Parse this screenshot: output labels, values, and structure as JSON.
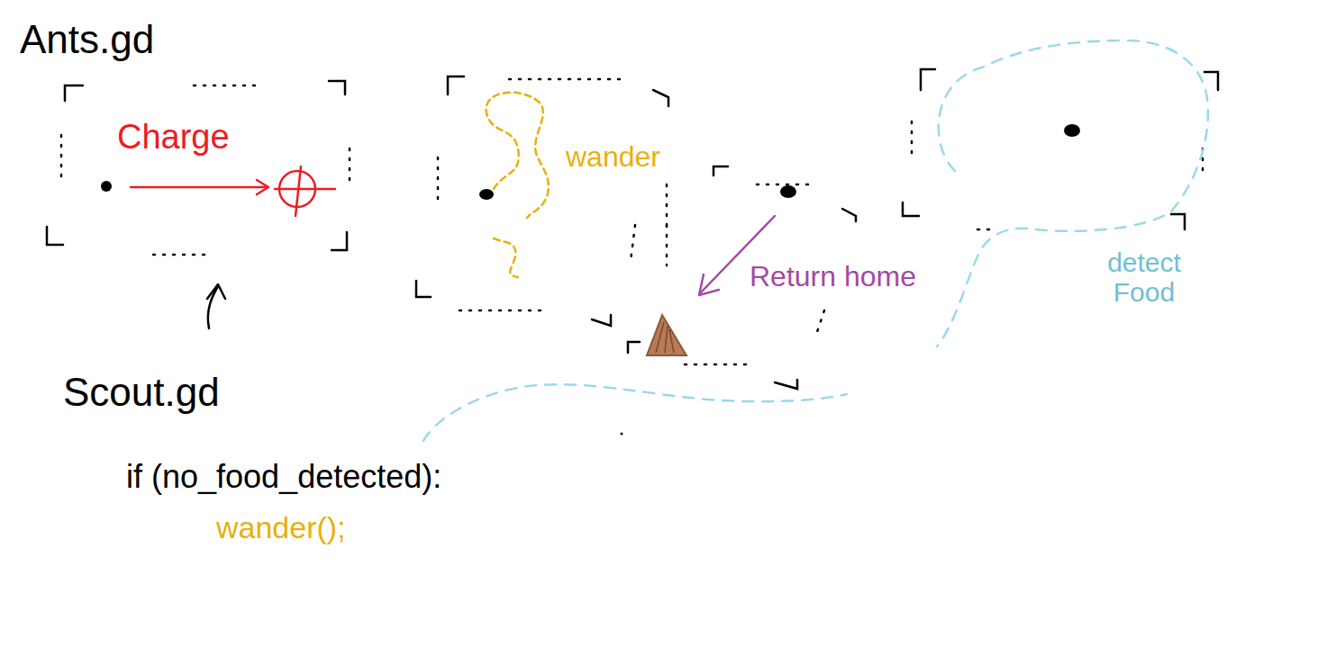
{
  "diagram": {
    "labels": [
      "Ants.gd",
      "Charge",
      "wander",
      "Return home",
      "detect Food",
      "Scout.gd",
      "if (no_food_detected):",
      "wander();"
    ]
  }
}
